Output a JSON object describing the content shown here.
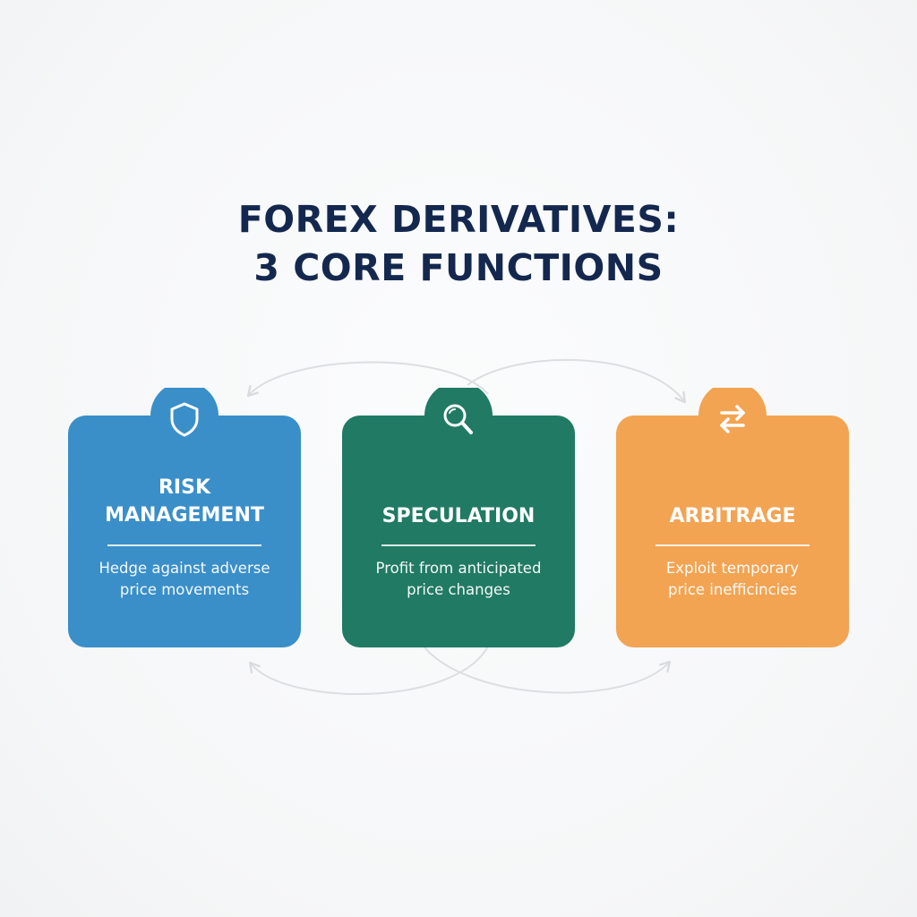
{
  "title": {
    "line1": "FOREX DERIVATIVES:",
    "line2": "3 CORE FUNCTIONS"
  },
  "cards": [
    {
      "title_lines": [
        "RISK",
        "MANAGEMENT"
      ],
      "description_lines": [
        "Hedge against adverse",
        "price movements"
      ],
      "icon": "shield-icon",
      "color": "#3a8fc9"
    },
    {
      "title_lines": [
        "SPECULATION"
      ],
      "description_lines": [
        "Profit from anticipated",
        "price changes"
      ],
      "icon": "magnifying-glass-icon",
      "color": "#217a64"
    },
    {
      "title_lines": [
        "ARBITRAGE"
      ],
      "description_lines": [
        "Exploit temporary",
        "price inefficincies"
      ],
      "icon": "swap-arrows-icon",
      "color": "#f2a453"
    }
  ],
  "colors": {
    "title": "#14284f",
    "connector": "#d8dadd",
    "background": "#f6f7f8"
  }
}
